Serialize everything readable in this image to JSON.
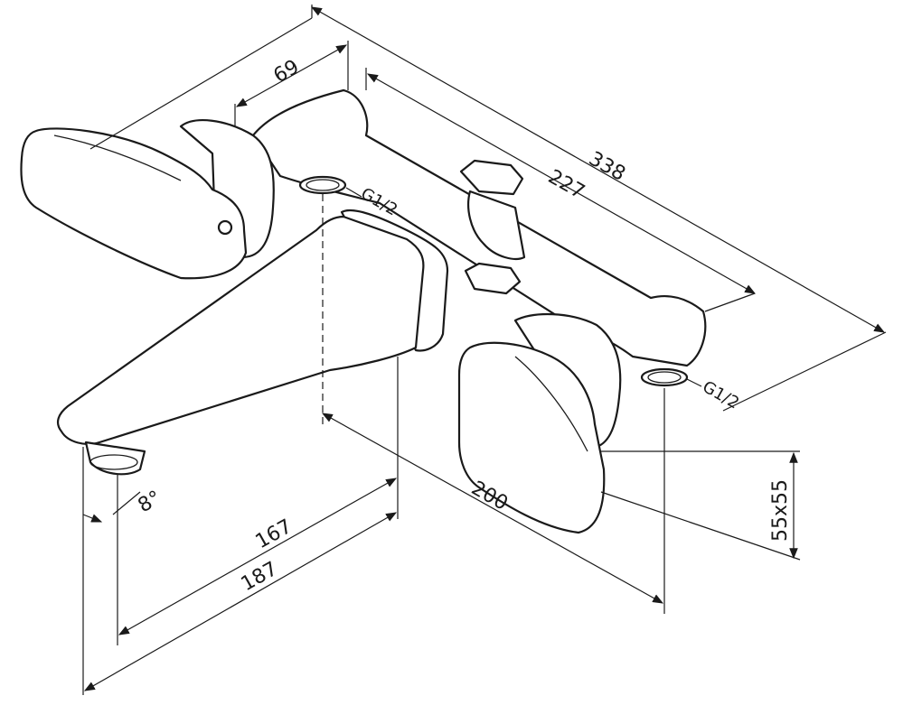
{
  "drawing": {
    "dimensions": {
      "overall_width": "338",
      "center_distance": "227",
      "handle_offset": "69",
      "wall_to_spout": "200",
      "spout_reach_inner": "167",
      "spout_reach_outer": "187",
      "spout_angle": "8°",
      "escutcheon_size": "55x55"
    },
    "threads": {
      "left_inlet": "G1/2",
      "right_inlet": "G1/2"
    },
    "colors": {
      "line": "#1a1a1a",
      "background": "#ffffff"
    }
  }
}
